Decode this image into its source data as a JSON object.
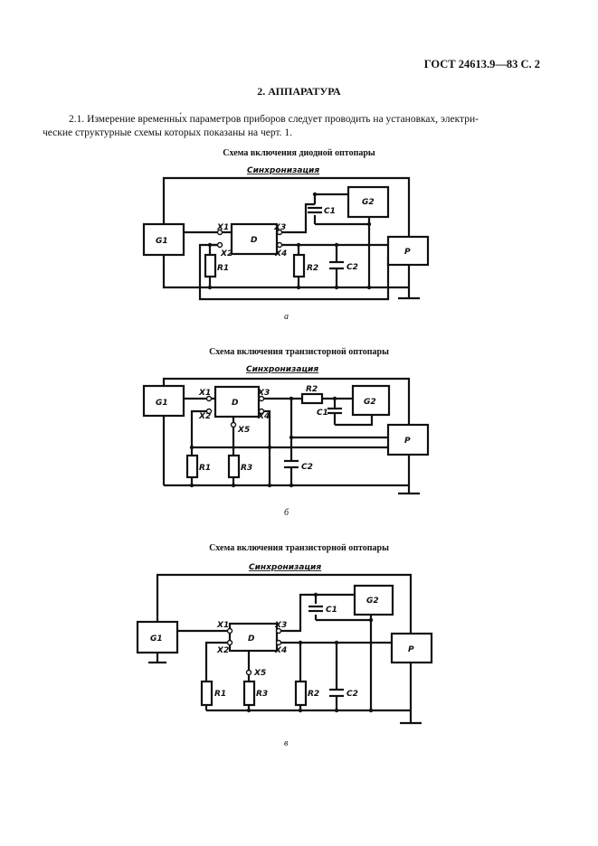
{
  "header": "ГОСТ 24613.9—83 С. 2",
  "section_title": "2. АППАРАТУРА",
  "paragraph_line1": "2.1. Измерение временны́х параметров приборов следует проводить на установках, электри-",
  "paragraph_line2": "ческие структурные схемы которых показаны на черт. 1.",
  "diagrams": [
    {
      "caption": "Схема включения диодной оптопары",
      "sync_label": "Синхронизация",
      "sub_label": "а",
      "labels": {
        "g1": "G1",
        "g2": "G2",
        "d": "D",
        "p": "P",
        "x1": "X1",
        "x2": "X2",
        "x3": "X3",
        "x4": "X4",
        "r1": "R1",
        "r2": "R2",
        "c1": "C1",
        "c2": "C2"
      }
    },
    {
      "caption": "Схема включения транзисторной оптопары",
      "sync_label": "Синхронизация",
      "sub_label": "б",
      "labels": {
        "g1": "G1",
        "g2": "G2",
        "d": "D",
        "p": "P",
        "x1": "X1",
        "x2": "X2",
        "x3": "X3",
        "x4": "X4",
        "x5": "X5",
        "r1": "R1",
        "r2": "R2",
        "r3": "R3",
        "c1": "C1",
        "c2": "C2"
      }
    },
    {
      "caption": "Схема включения транзисторной оптопары",
      "sync_label": "Синхронизация",
      "sub_label": "в",
      "labels": {
        "g1": "G1",
        "g2": "G2",
        "d": "D",
        "p": "P",
        "x1": "X1",
        "x2": "X2",
        "x3": "X3",
        "x4": "X4",
        "x5": "X5",
        "r1": "R1",
        "r2": "R2",
        "r3": "R3",
        "c1": "C1",
        "c2": "C2"
      }
    }
  ]
}
